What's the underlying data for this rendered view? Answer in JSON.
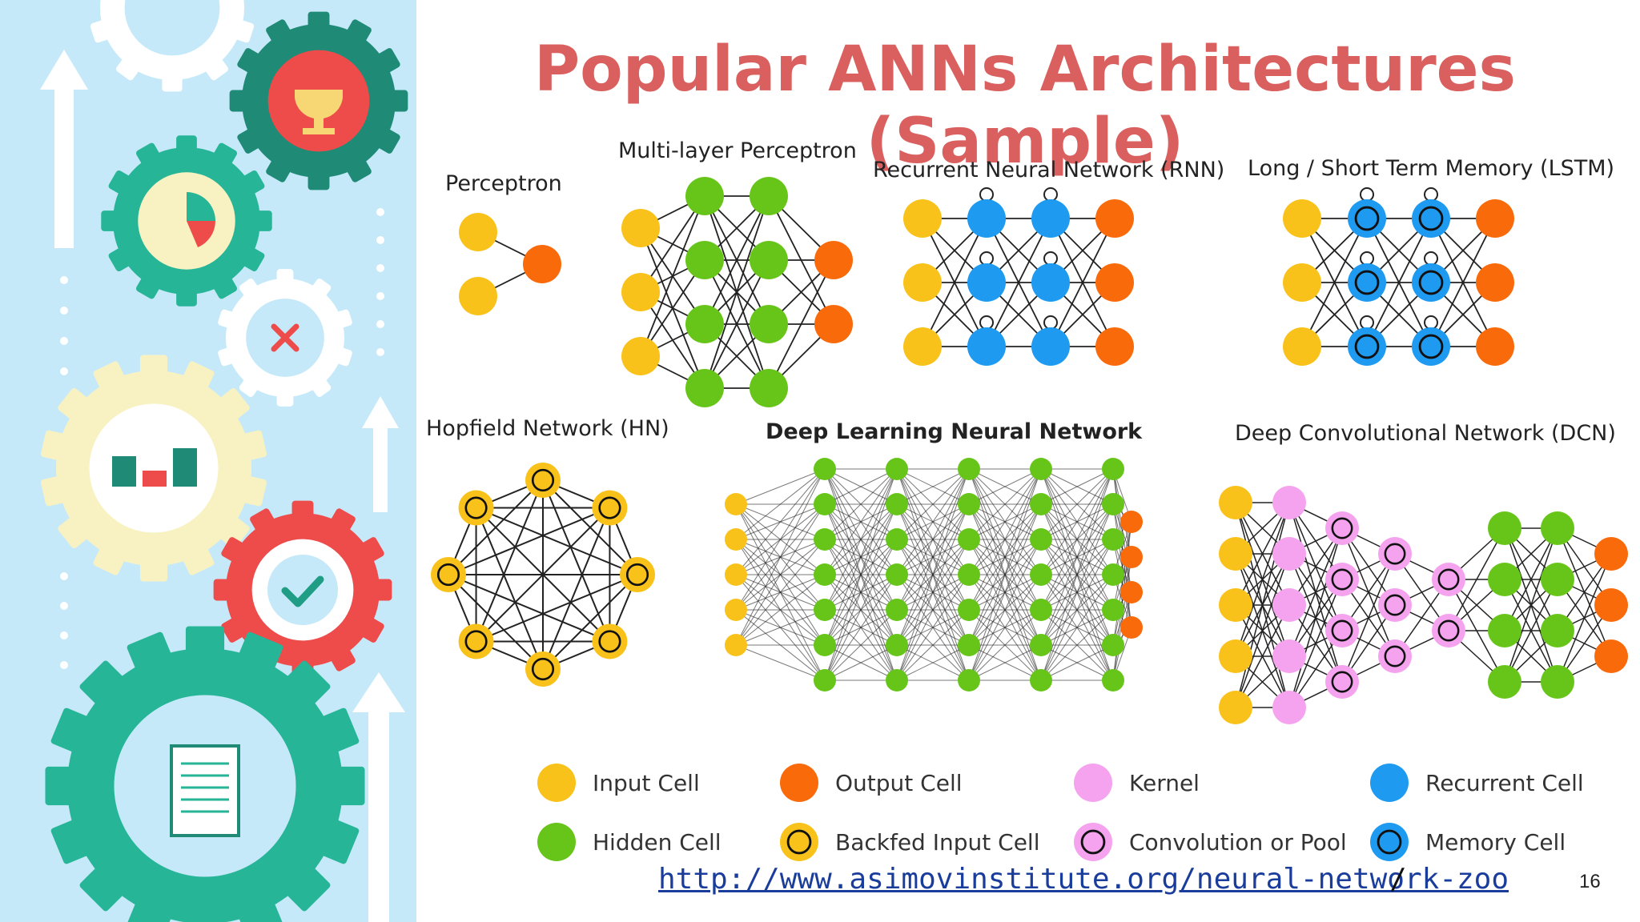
{
  "slide": {
    "title": "Popular ANNs Architectures (Sample)",
    "source_url": "http://www.asimovinstitute.org/neural-network-zoo",
    "source_trailing": "/",
    "page_number": "16"
  },
  "colors": {
    "title": "#d9605f",
    "sidebar_bg": "#c6e9f9",
    "input": "#f9c21a",
    "output": "#f96a0b",
    "hidden": "#67c51a",
    "recurrent": "#1e9bf0",
    "kernel": "#f5a3ef",
    "link": "#1a3d9c"
  },
  "networks": [
    {
      "id": "perceptron",
      "title": "Perceptron",
      "layers": [
        {
          "type": "input",
          "count": 2
        },
        {
          "type": "output",
          "count": 1
        }
      ]
    },
    {
      "id": "mlp",
      "title": "Multi-layer Perceptron",
      "layers": [
        {
          "type": "input",
          "count": 3
        },
        {
          "type": "hidden",
          "count": 4
        },
        {
          "type": "hidden",
          "count": 4
        },
        {
          "type": "output",
          "count": 2
        }
      ]
    },
    {
      "id": "rnn",
      "title": "Recurrent Neural Network (RNN)",
      "layers": [
        {
          "type": "input",
          "count": 3
        },
        {
          "type": "recurrent",
          "count": 3
        },
        {
          "type": "recurrent",
          "count": 3
        },
        {
          "type": "output",
          "count": 3
        }
      ]
    },
    {
      "id": "lstm",
      "title": "Long / Short Term Memory (LSTM)",
      "layers": [
        {
          "type": "input",
          "count": 3
        },
        {
          "type": "memory",
          "count": 3
        },
        {
          "type": "memory",
          "count": 3
        },
        {
          "type": "output",
          "count": 3
        }
      ]
    },
    {
      "id": "hopfield",
      "title": "Hopfield Network (HN)",
      "layers": [
        {
          "type": "backfed",
          "count": 8
        }
      ]
    },
    {
      "id": "dnn",
      "title": "Deep Learning Neural Network",
      "layers": [
        {
          "type": "input",
          "count": 5
        },
        {
          "type": "hidden",
          "count": 7
        },
        {
          "type": "hidden",
          "count": 7
        },
        {
          "type": "hidden",
          "count": 7
        },
        {
          "type": "hidden",
          "count": 7
        },
        {
          "type": "hidden",
          "count": 7
        },
        {
          "type": "output",
          "count": 4
        }
      ]
    },
    {
      "id": "dcn",
      "title": "Deep Convolutional Network (DCN)",
      "layers": [
        {
          "type": "input",
          "count": 5
        },
        {
          "type": "kernel",
          "count": 5
        },
        {
          "type": "conv",
          "count": 4
        },
        {
          "type": "conv",
          "count": 3
        },
        {
          "type": "conv",
          "count": 2
        },
        {
          "type": "hidden",
          "count": 4
        },
        {
          "type": "hidden",
          "count": 4
        },
        {
          "type": "output",
          "count": 3
        }
      ]
    }
  ],
  "legend": [
    {
      "type": "input",
      "label": "Input Cell"
    },
    {
      "type": "output",
      "label": "Output Cell"
    },
    {
      "type": "kernel",
      "label": "Kernel"
    },
    {
      "type": "recurrent",
      "label": "Recurrent Cell"
    },
    {
      "type": "hidden",
      "label": "Hidden Cell"
    },
    {
      "type": "backfed",
      "label": "Backfed Input Cell"
    },
    {
      "type": "conv",
      "label": "Convolution or Pool"
    },
    {
      "type": "memory",
      "label": "Memory Cell"
    }
  ],
  "sidebar_icons": [
    "gear-icon",
    "trophy-icon",
    "pie-chart-icon",
    "close-icon",
    "bar-chart-icon",
    "checkmark-icon",
    "clipboard-icon",
    "arrow-up-icon"
  ]
}
